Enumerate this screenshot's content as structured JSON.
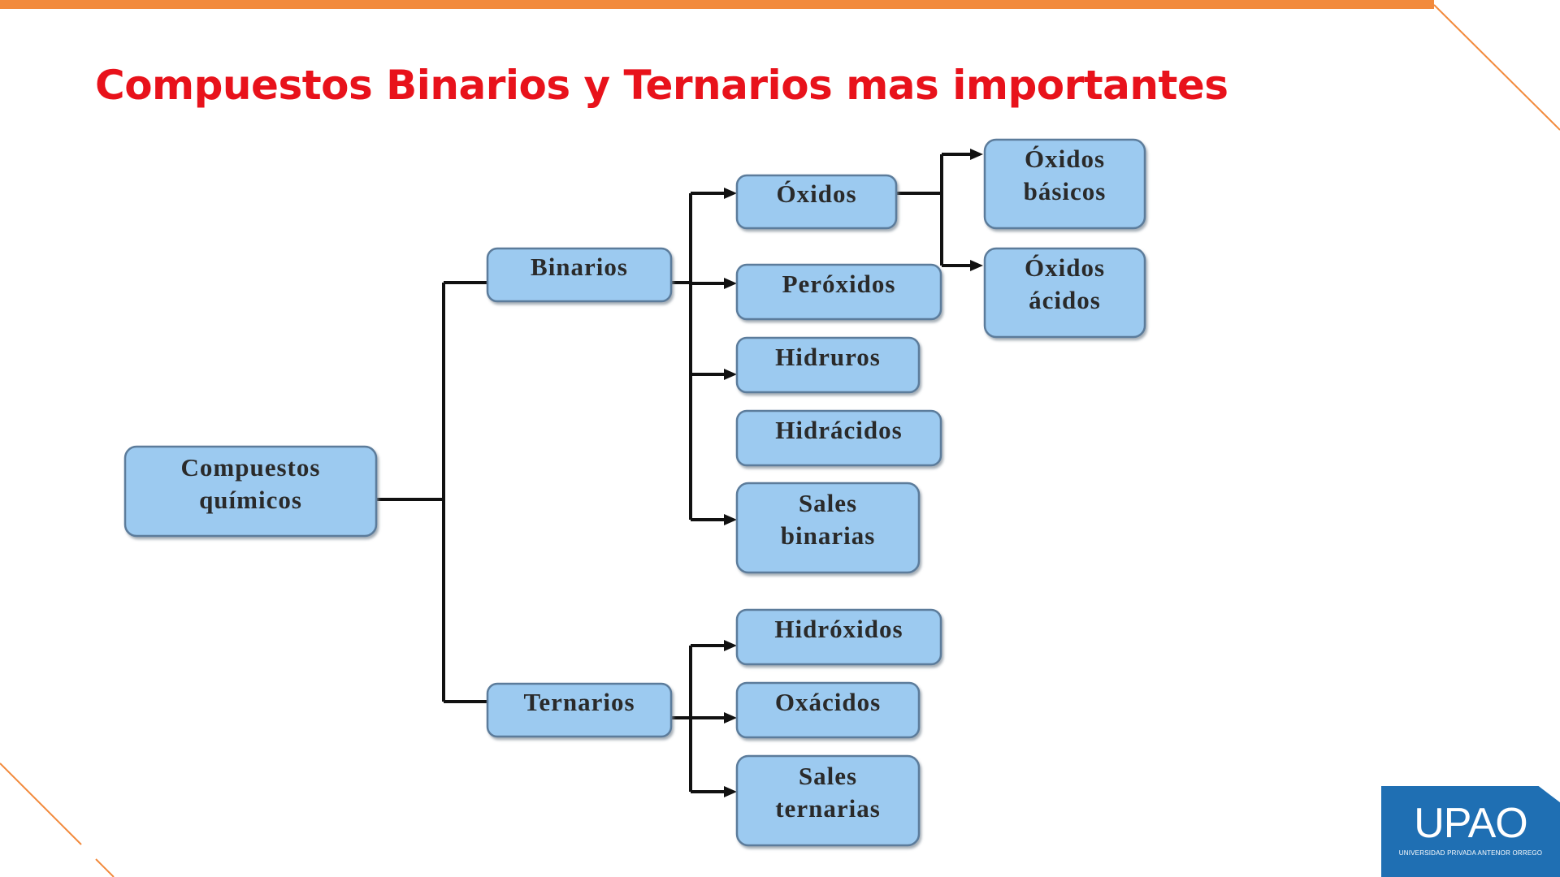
{
  "slide": {
    "title": "Compuestos Binarios y Ternarios mas importantes",
    "accent_color": "#f28a3c",
    "title_color": "#e8121b"
  },
  "diagram": {
    "root": {
      "lines": [
        "Compuestos",
        "químicos"
      ]
    },
    "binarios": {
      "lines": [
        "Binarios"
      ]
    },
    "ternarios": {
      "lines": [
        "Ternarios"
      ]
    },
    "oxidos": {
      "lines": [
        "Óxidos"
      ]
    },
    "peroxidos": {
      "lines": [
        "Peróxidos"
      ]
    },
    "hidruros": {
      "lines": [
        "Hidruros"
      ]
    },
    "hidracidos": {
      "lines": [
        "Hidrácidos"
      ]
    },
    "sales_binarias": {
      "lines": [
        "Sales",
        "binarias"
      ]
    },
    "oxidos_basicos": {
      "lines": [
        "Óxidos",
        "básicos"
      ]
    },
    "oxidos_acidos": {
      "lines": [
        "Óxidos",
        "ácidos"
      ]
    },
    "hidroxidos": {
      "lines": [
        "Hidróxidos"
      ]
    },
    "oxacidos": {
      "lines": [
        "Oxácidos"
      ]
    },
    "sales_ternarias": {
      "lines": [
        "Sales",
        "ternarias"
      ]
    }
  },
  "logo": {
    "text": "UPAO",
    "subtitle": "UNIVERSIDAD PRIVADA ANTENOR ORREGO",
    "color": "#1f6fb3"
  }
}
